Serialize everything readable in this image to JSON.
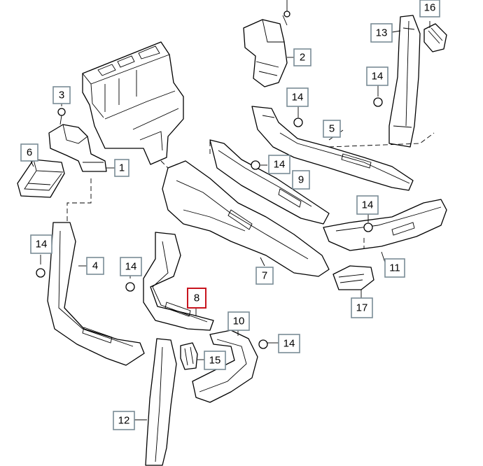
{
  "callouts": [
    {
      "id": "c1",
      "label": "1"
    },
    {
      "id": "c2",
      "label": "2"
    },
    {
      "id": "c3",
      "label": "3"
    },
    {
      "id": "c4",
      "label": "4"
    },
    {
      "id": "c5",
      "label": "5"
    },
    {
      "id": "c6",
      "label": "6"
    },
    {
      "id": "c7",
      "label": "7"
    },
    {
      "id": "c8",
      "label": "8",
      "highlighted": true
    },
    {
      "id": "c9",
      "label": "9"
    },
    {
      "id": "c10",
      "label": "10"
    },
    {
      "id": "c11",
      "label": "11"
    },
    {
      "id": "c12",
      "label": "12"
    },
    {
      "id": "c13",
      "label": "13"
    },
    {
      "id": "c14a",
      "label": "14"
    },
    {
      "id": "c14b",
      "label": "14"
    },
    {
      "id": "c14c",
      "label": "14"
    },
    {
      "id": "c14d",
      "label": "14"
    },
    {
      "id": "c14e",
      "label": "14"
    },
    {
      "id": "c14f",
      "label": "14"
    },
    {
      "id": "c14g",
      "label": "14"
    },
    {
      "id": "c15",
      "label": "15"
    },
    {
      "id": "c16",
      "label": "16"
    },
    {
      "id": "c17",
      "label": "17"
    }
  ],
  "colors": {
    "box_border": "#7a8c96",
    "highlight_border": "#c8141e",
    "line": "#000000"
  }
}
